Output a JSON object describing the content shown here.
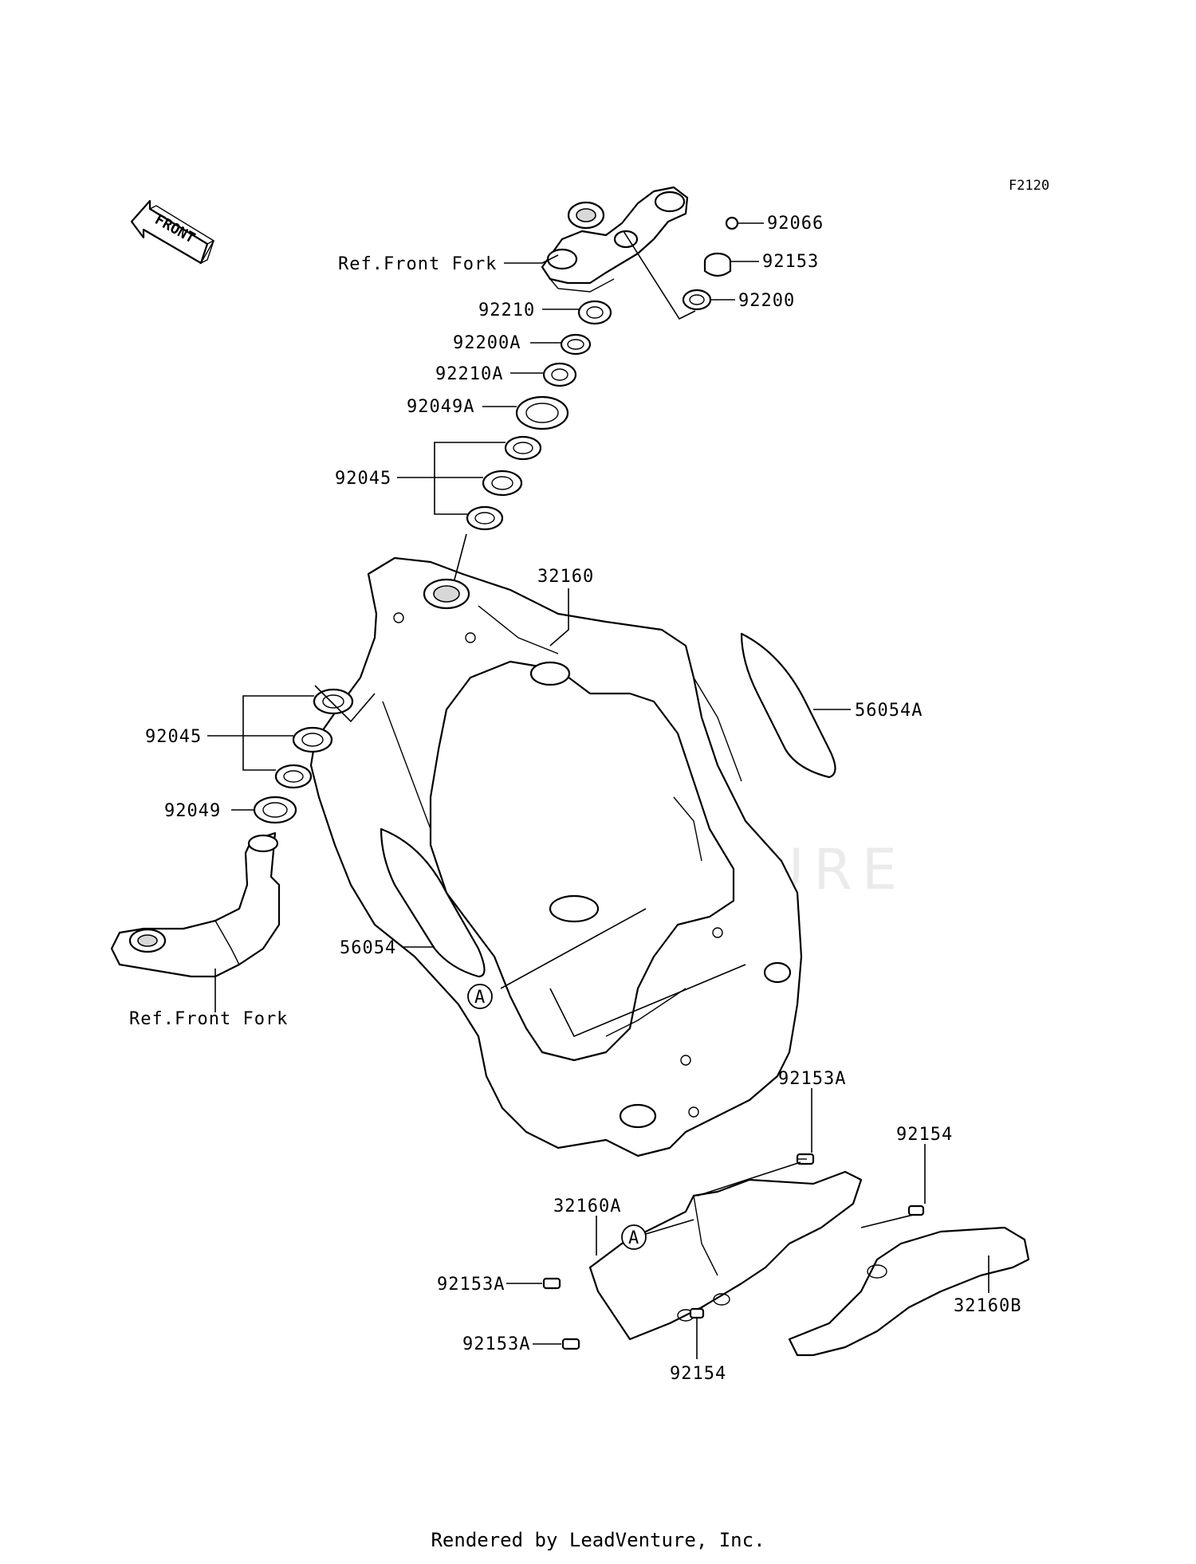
{
  "diagram_code": "F2120",
  "direction_badge": "FRONT",
  "watermark": "LEADVENTURE",
  "callouts": {
    "c92066": "92066",
    "c92153": "92153",
    "c92200": "92200",
    "ref_fork_top": "Ref.Front Fork",
    "c92210": "92210",
    "c92200A": "92200A",
    "c92210A": "92210A",
    "c92049A": "92049A",
    "c92045_top": "92045",
    "c32160": "32160",
    "c56054A": "56054A",
    "c92045_low": "92045",
    "c92049": "92049",
    "c56054": "56054",
    "ref_fork_bottom": "Ref.Front Fork",
    "marker_a1": "A",
    "c92153A_top": "92153A",
    "c92154_top": "92154",
    "c32160A": "32160A",
    "marker_a2": "A",
    "c92153A_mid": "92153A",
    "c32160B": "32160B",
    "c92153A_low": "92153A",
    "c92154_low": "92154"
  },
  "footer": "Rendered by LeadVenture, Inc."
}
